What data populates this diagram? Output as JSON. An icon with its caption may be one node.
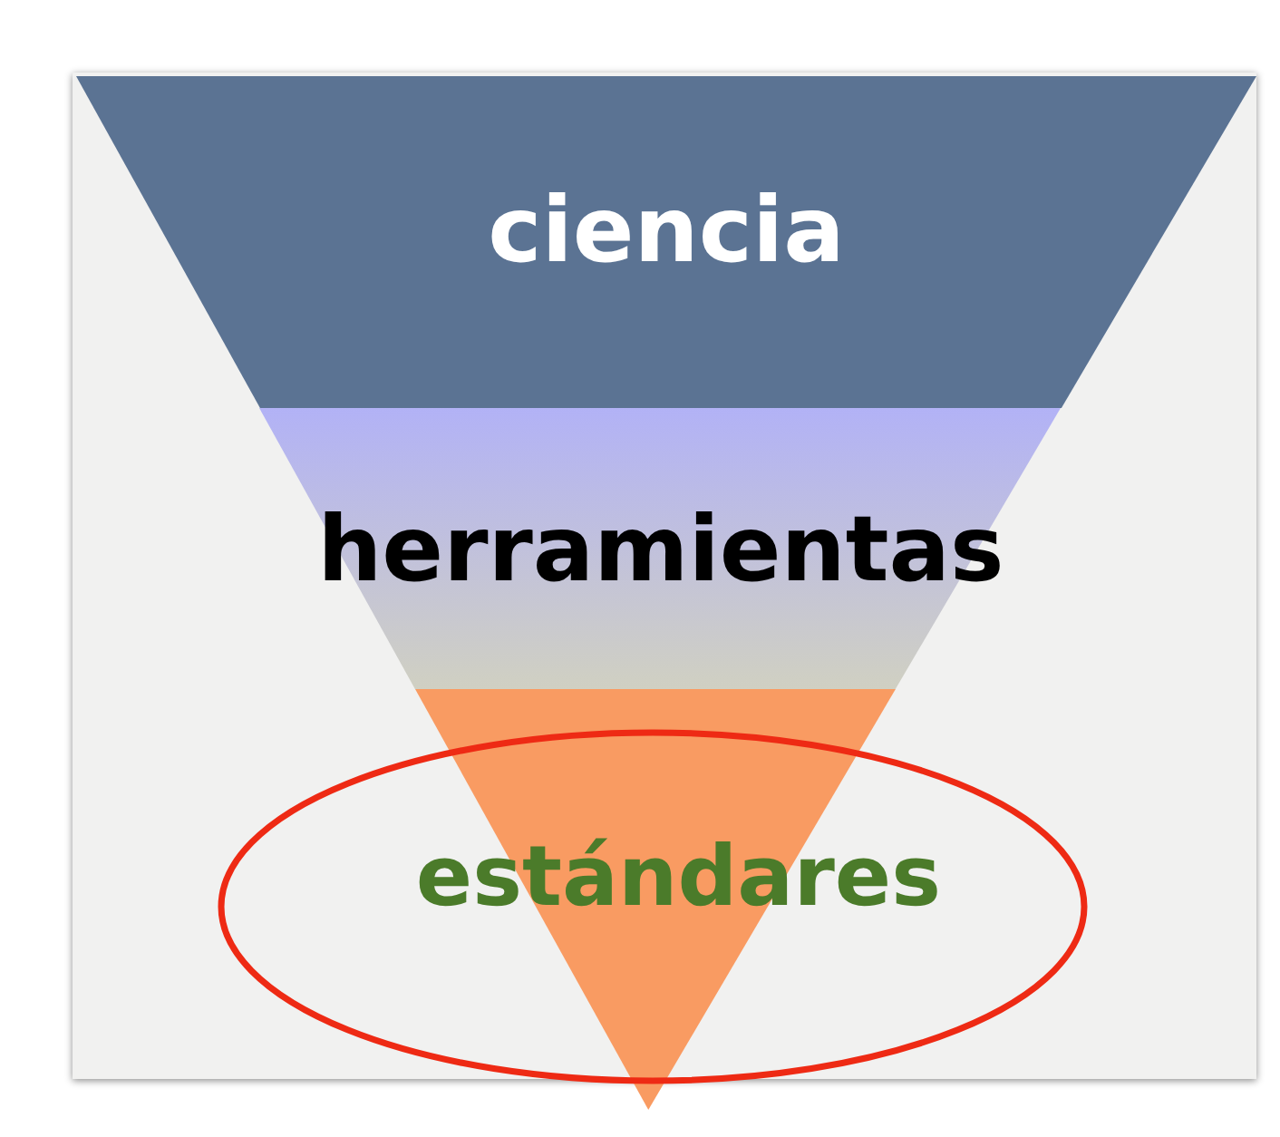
{
  "diagram": {
    "nodes": [
      {
        "text": [
          "ciencia"
        ]
      },
      {
        "text": [
          "herramientas"
        ]
      },
      {
        "text": [
          "estándares"
        ]
      },
      {
        "text": [],
        "shape": "ellipse"
      }
    ]
  }
}
